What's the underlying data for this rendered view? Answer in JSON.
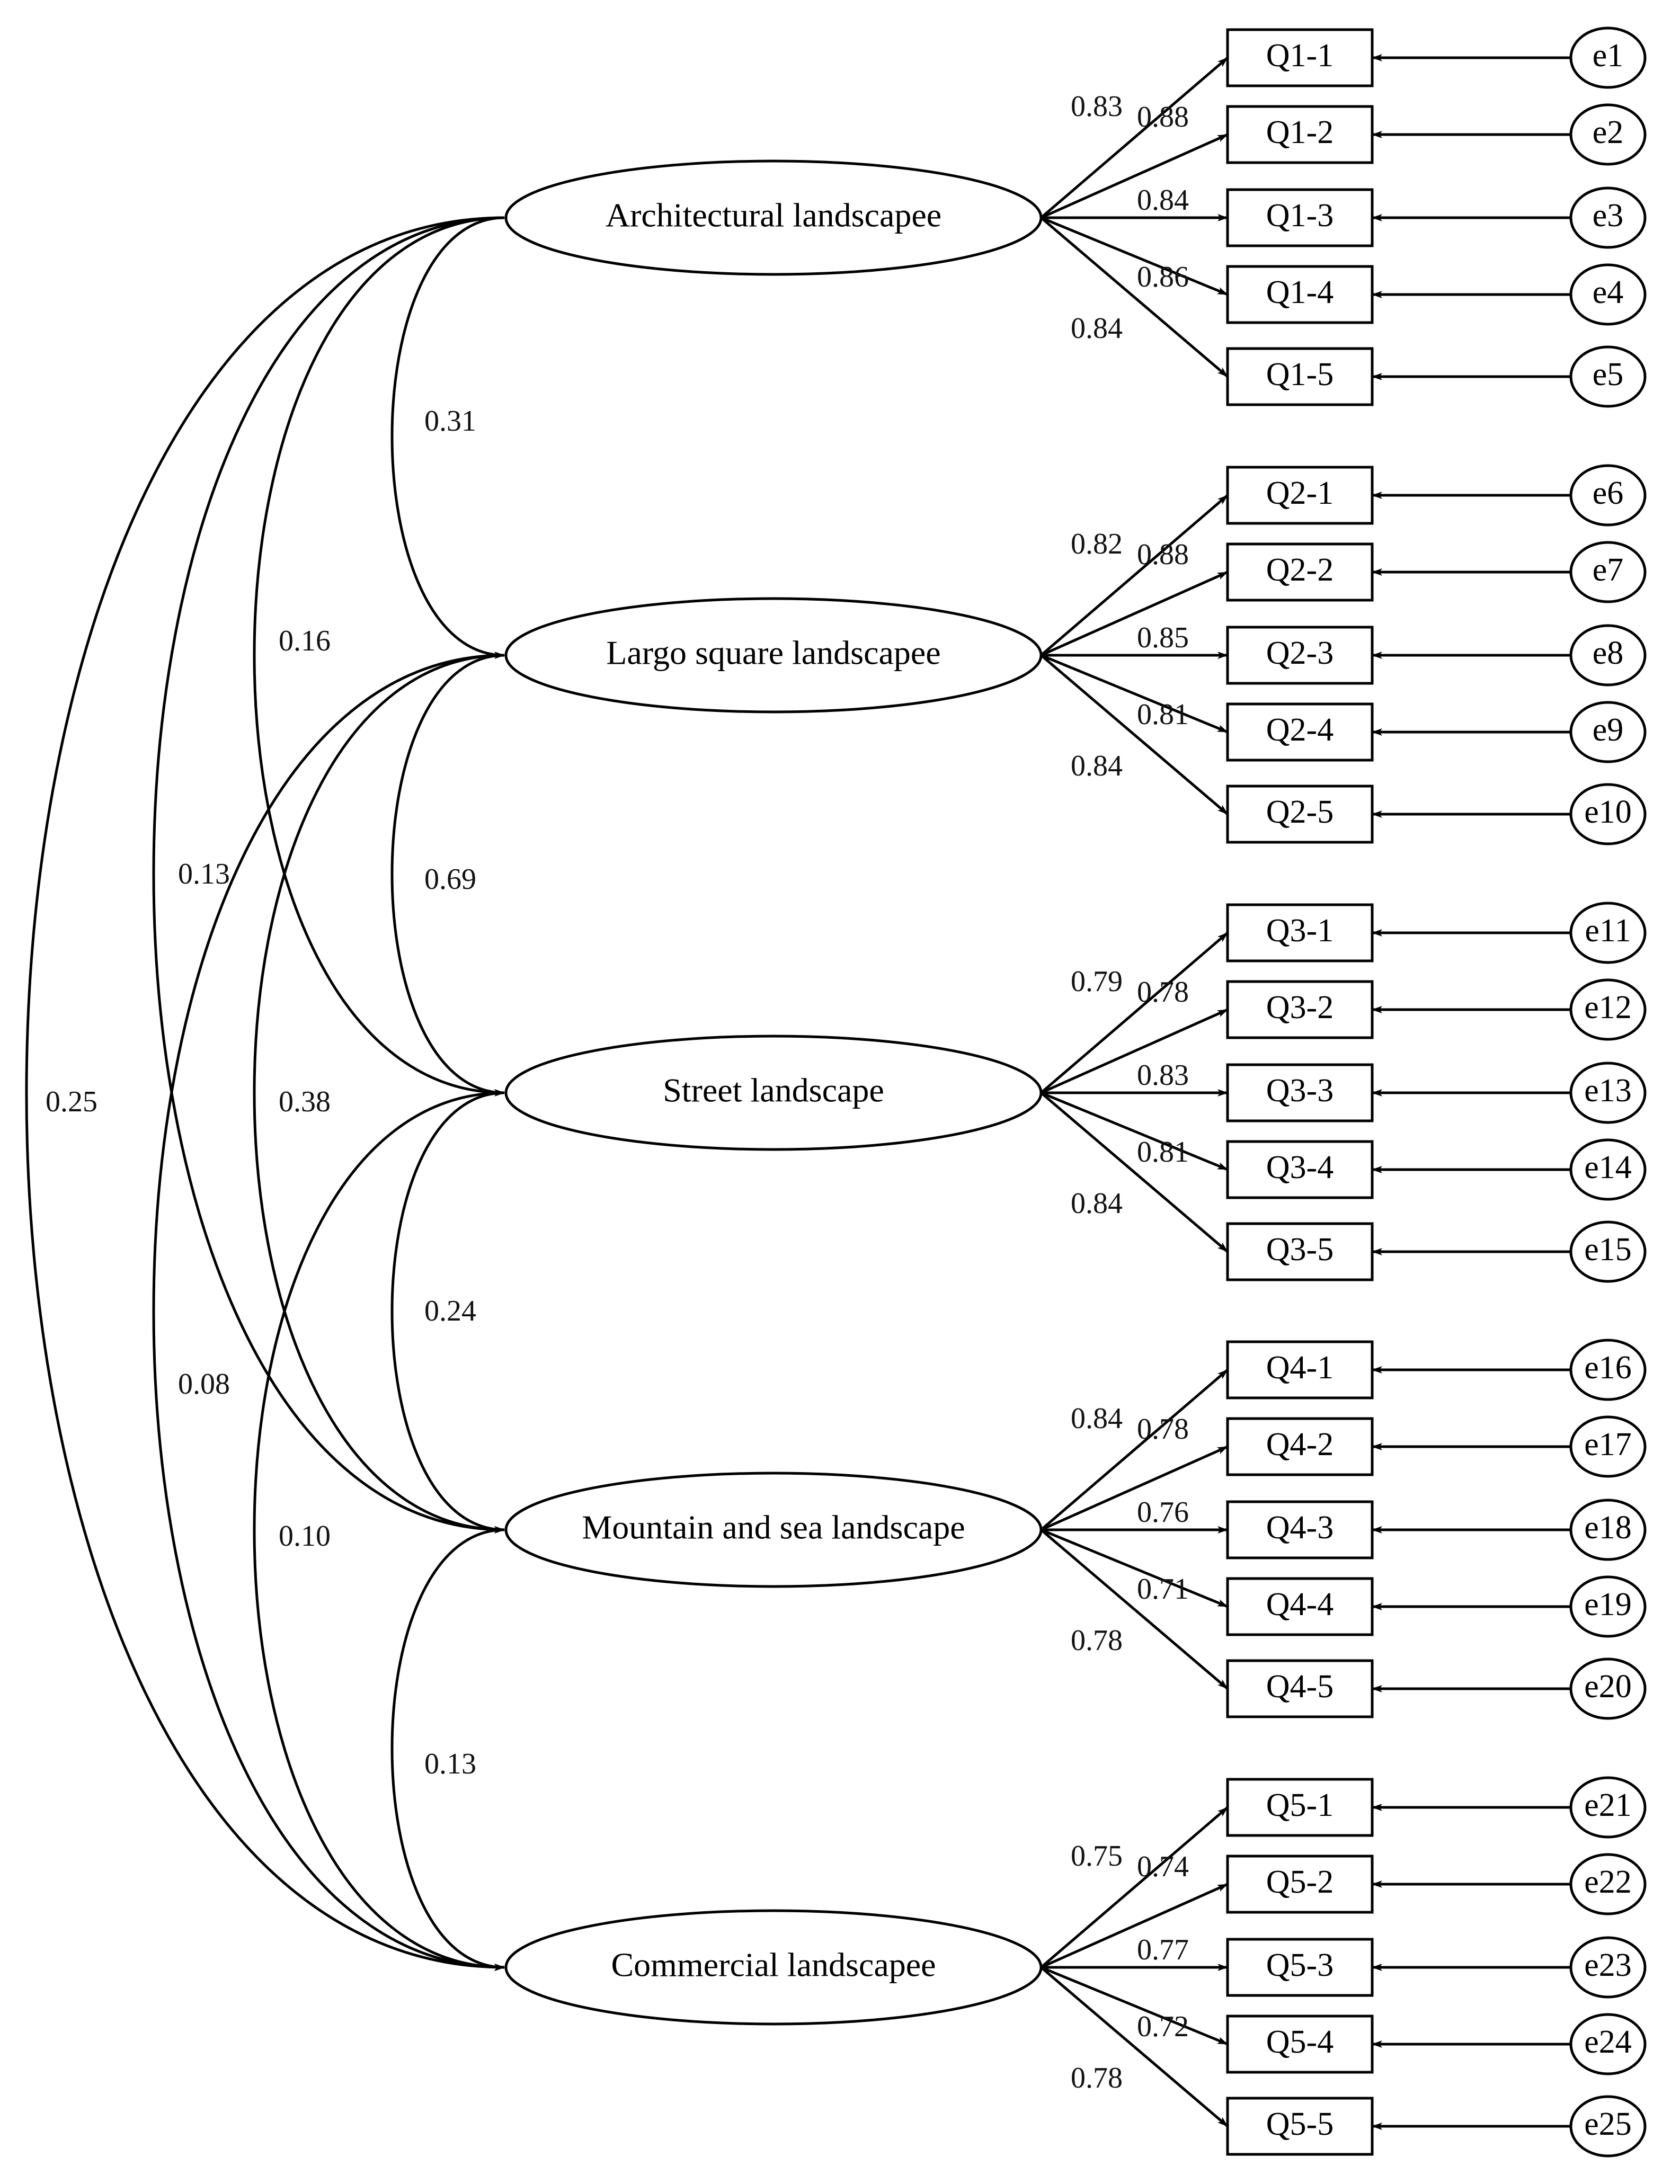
{
  "colors": {
    "stroke": "#000000",
    "background": "#ffffff",
    "text": "#000000"
  },
  "factors": [
    {
      "label": "Architectural landscapee",
      "loadings": [
        "0.83",
        "0.88",
        "0.84",
        "0.86",
        "0.84"
      ],
      "items": [
        {
          "label": "Q1-1",
          "error": "e1"
        },
        {
          "label": "Q1-2",
          "error": "e2"
        },
        {
          "label": "Q1-3",
          "error": "e3"
        },
        {
          "label": "Q1-4",
          "error": "e4"
        },
        {
          "label": "Q1-5",
          "error": "e5"
        }
      ]
    },
    {
      "label": "Largo square landscapee",
      "loadings": [
        "0.82",
        "0.88",
        "0.85",
        "0.81",
        "0.84"
      ],
      "items": [
        {
          "label": "Q2-1",
          "error": "e6"
        },
        {
          "label": "Q2-2",
          "error": "e7"
        },
        {
          "label": "Q2-3",
          "error": "e8"
        },
        {
          "label": "Q2-4",
          "error": "e9"
        },
        {
          "label": "Q2-5",
          "error": "e10"
        }
      ]
    },
    {
      "label": "Street landscape",
      "loadings": [
        "0.79",
        "0.78",
        "0.83",
        "0.81",
        "0.84"
      ],
      "items": [
        {
          "label": "Q3-1",
          "error": "e11"
        },
        {
          "label": "Q3-2",
          "error": "e12"
        },
        {
          "label": "Q3-3",
          "error": "e13"
        },
        {
          "label": "Q3-4",
          "error": "e14"
        },
        {
          "label": "Q3-5",
          "error": "e15"
        }
      ]
    },
    {
      "label": "Mountain and sea landscape",
      "loadings": [
        "0.84",
        "0.78",
        "0.76",
        "0.71",
        "0.78"
      ],
      "items": [
        {
          "label": "Q4-1",
          "error": "e16"
        },
        {
          "label": "Q4-2",
          "error": "e17"
        },
        {
          "label": "Q4-3",
          "error": "e18"
        },
        {
          "label": "Q4-4",
          "error": "e19"
        },
        {
          "label": "Q4-5",
          "error": "e20"
        }
      ]
    },
    {
      "label": "Commercial landscapee",
      "loadings": [
        "0.75",
        "0.74",
        "0.77",
        "0.72",
        "0.78"
      ],
      "items": [
        {
          "label": "Q5-1",
          "error": "e21"
        },
        {
          "label": "Q5-2",
          "error": "e22"
        },
        {
          "label": "Q5-3",
          "error": "e23"
        },
        {
          "label": "Q5-4",
          "error": "e24"
        },
        {
          "label": "Q5-5",
          "error": "e25"
        }
      ]
    }
  ],
  "correlations": [
    {
      "from": 0,
      "to": 1,
      "value": "0.31"
    },
    {
      "from": 0,
      "to": 2,
      "value": "0.16"
    },
    {
      "from": 0,
      "to": 3,
      "value": "0.13"
    },
    {
      "from": 0,
      "to": 4,
      "value": "0.25"
    },
    {
      "from": 1,
      "to": 2,
      "value": "0.69"
    },
    {
      "from": 1,
      "to": 3,
      "value": "0.38"
    },
    {
      "from": 1,
      "to": 4,
      "value": "0.08"
    },
    {
      "from": 2,
      "to": 3,
      "value": "0.24"
    },
    {
      "from": 2,
      "to": 4,
      "value": "0.10"
    },
    {
      "from": 3,
      "to": 4,
      "value": "0.13"
    }
  ]
}
